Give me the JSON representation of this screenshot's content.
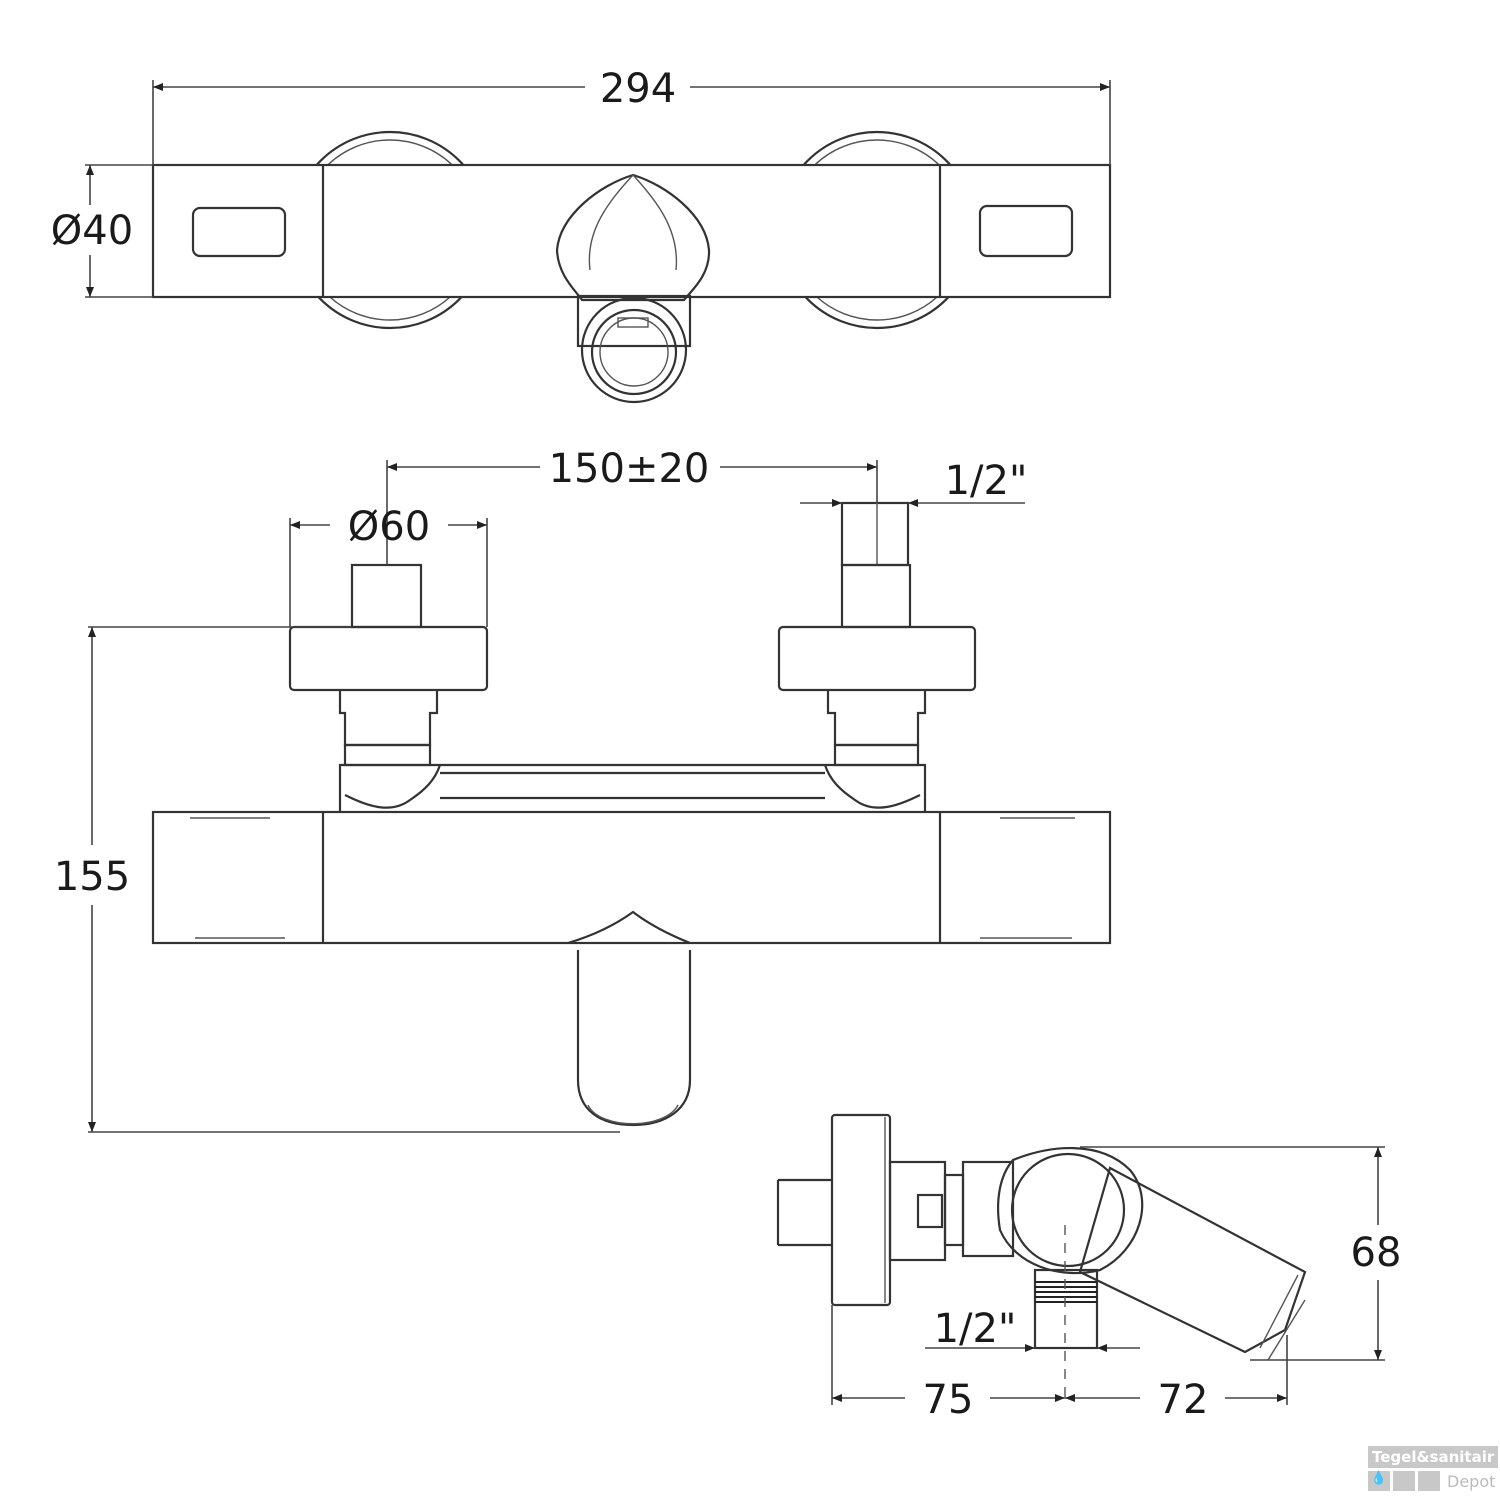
{
  "dimensions": {
    "top_width": "294",
    "top_diameter": "Ø40",
    "center_distance": "150±20",
    "knob_diameter": "Ø60",
    "inlet_thread": "1/2\"",
    "height": "155",
    "side_height": "68",
    "outlet_thread": "1/2\"",
    "wall_to_outlet": "75",
    "outlet_to_spout": "72"
  },
  "watermark": {
    "line1": "Tegel&sanitair",
    "line2": "Depot"
  },
  "colors": {
    "line": "#333333",
    "background": "#ffffff",
    "watermark": "#c8c8c8"
  }
}
